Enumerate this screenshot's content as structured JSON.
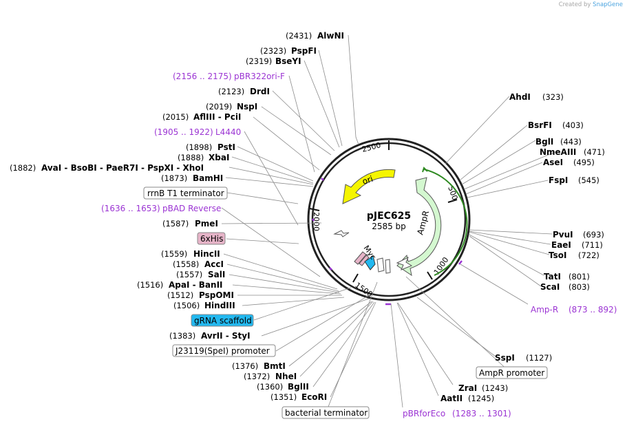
{
  "credit": {
    "prefix": "Created by",
    "brand": "SnapGene"
  },
  "plasmid": {
    "name": "pJEC625",
    "length_label": "2585 bp"
  },
  "ticks": [
    "2500",
    "500",
    "1000",
    "1500",
    "2000"
  ],
  "arcs": {
    "ori": "ori",
    "ampr": "AmpR",
    "myc": "Myc"
  },
  "labels": [
    {
      "pos": "(2431)",
      "name": "AlwNI"
    },
    {
      "pos": "(2323)",
      "name": "PspFI"
    },
    {
      "pos": "(2319)",
      "name": "BseYI"
    },
    {
      "range": "(2156 .. 2175)",
      "name": "pBR322ori-F"
    },
    {
      "pos": "(2123)",
      "name": "DrdI"
    },
    {
      "pos": "(2019)",
      "name": "NspI"
    },
    {
      "pos": "(2015)",
      "name": "AflIII  -  PciI"
    },
    {
      "range": "(1905 .. 1922)",
      "name": "L4440"
    },
    {
      "pos": "(1898)",
      "name": "PstI"
    },
    {
      "pos": "(1888)",
      "name": "XbaI"
    },
    {
      "pos": "(1882)",
      "name": "AvaI  -  BsoBI  -  PaeR7I  -  PspXI  -  XhoI"
    },
    {
      "pos": "(1873)",
      "name": "BamHI"
    },
    {
      "name": "rrnB T1 terminator"
    },
    {
      "range": "(1636 .. 1653)",
      "name": "pBAD Reverse"
    },
    {
      "pos": "(1587)",
      "name": "PmeI"
    },
    {
      "name": "6xHis"
    },
    {
      "pos": "(1559)",
      "name": "HincII"
    },
    {
      "pos": "(1558)",
      "name": "AccI"
    },
    {
      "pos": "(1557)",
      "name": "SalI"
    },
    {
      "pos": "(1516)",
      "name": "ApaI  -  BanII"
    },
    {
      "pos": "(1512)",
      "name": "PspOMI"
    },
    {
      "pos": "(1506)",
      "name": "HindIII"
    },
    {
      "name": "gRNA scaffold"
    },
    {
      "pos": "(1383)",
      "name": "AvrII  -  StyI"
    },
    {
      "name": "J23119(SpeI) promoter"
    },
    {
      "pos": "(1376)",
      "name": "BmtI"
    },
    {
      "pos": "(1372)",
      "name": "NheI"
    },
    {
      "pos": "(1360)",
      "name": "BglII"
    },
    {
      "pos": "(1351)",
      "name": "EcoRI"
    },
    {
      "name": "bacterial terminator"
    },
    {
      "name": "pBRforEco",
      "range": "(1283 .. 1301)"
    },
    {
      "name": "AatII",
      "pos": "(1245)"
    },
    {
      "name": "ZraI",
      "pos": "(1243)"
    },
    {
      "name": "AmpR promoter"
    },
    {
      "name": "SspI",
      "pos": "(1127)"
    },
    {
      "name": "Amp-R",
      "range": "(873 .. 892)"
    },
    {
      "name": "ScaI",
      "pos": "(803)"
    },
    {
      "name": "TatI",
      "pos": "(801)"
    },
    {
      "name": "TsoI",
      "pos": "(722)"
    },
    {
      "name": "EaeI",
      "pos": "(711)"
    },
    {
      "name": "PvuI",
      "pos": "(693)"
    },
    {
      "name": "FspI",
      "pos": "(545)"
    },
    {
      "name": "AseI",
      "pos": "(495)"
    },
    {
      "name": "NmeAIII",
      "pos": "(471)"
    },
    {
      "name": "BglI",
      "pos": "(443)"
    },
    {
      "name": "BsrFI",
      "pos": "(403)"
    },
    {
      "name": "AhdI",
      "pos": "(323)"
    }
  ]
}
